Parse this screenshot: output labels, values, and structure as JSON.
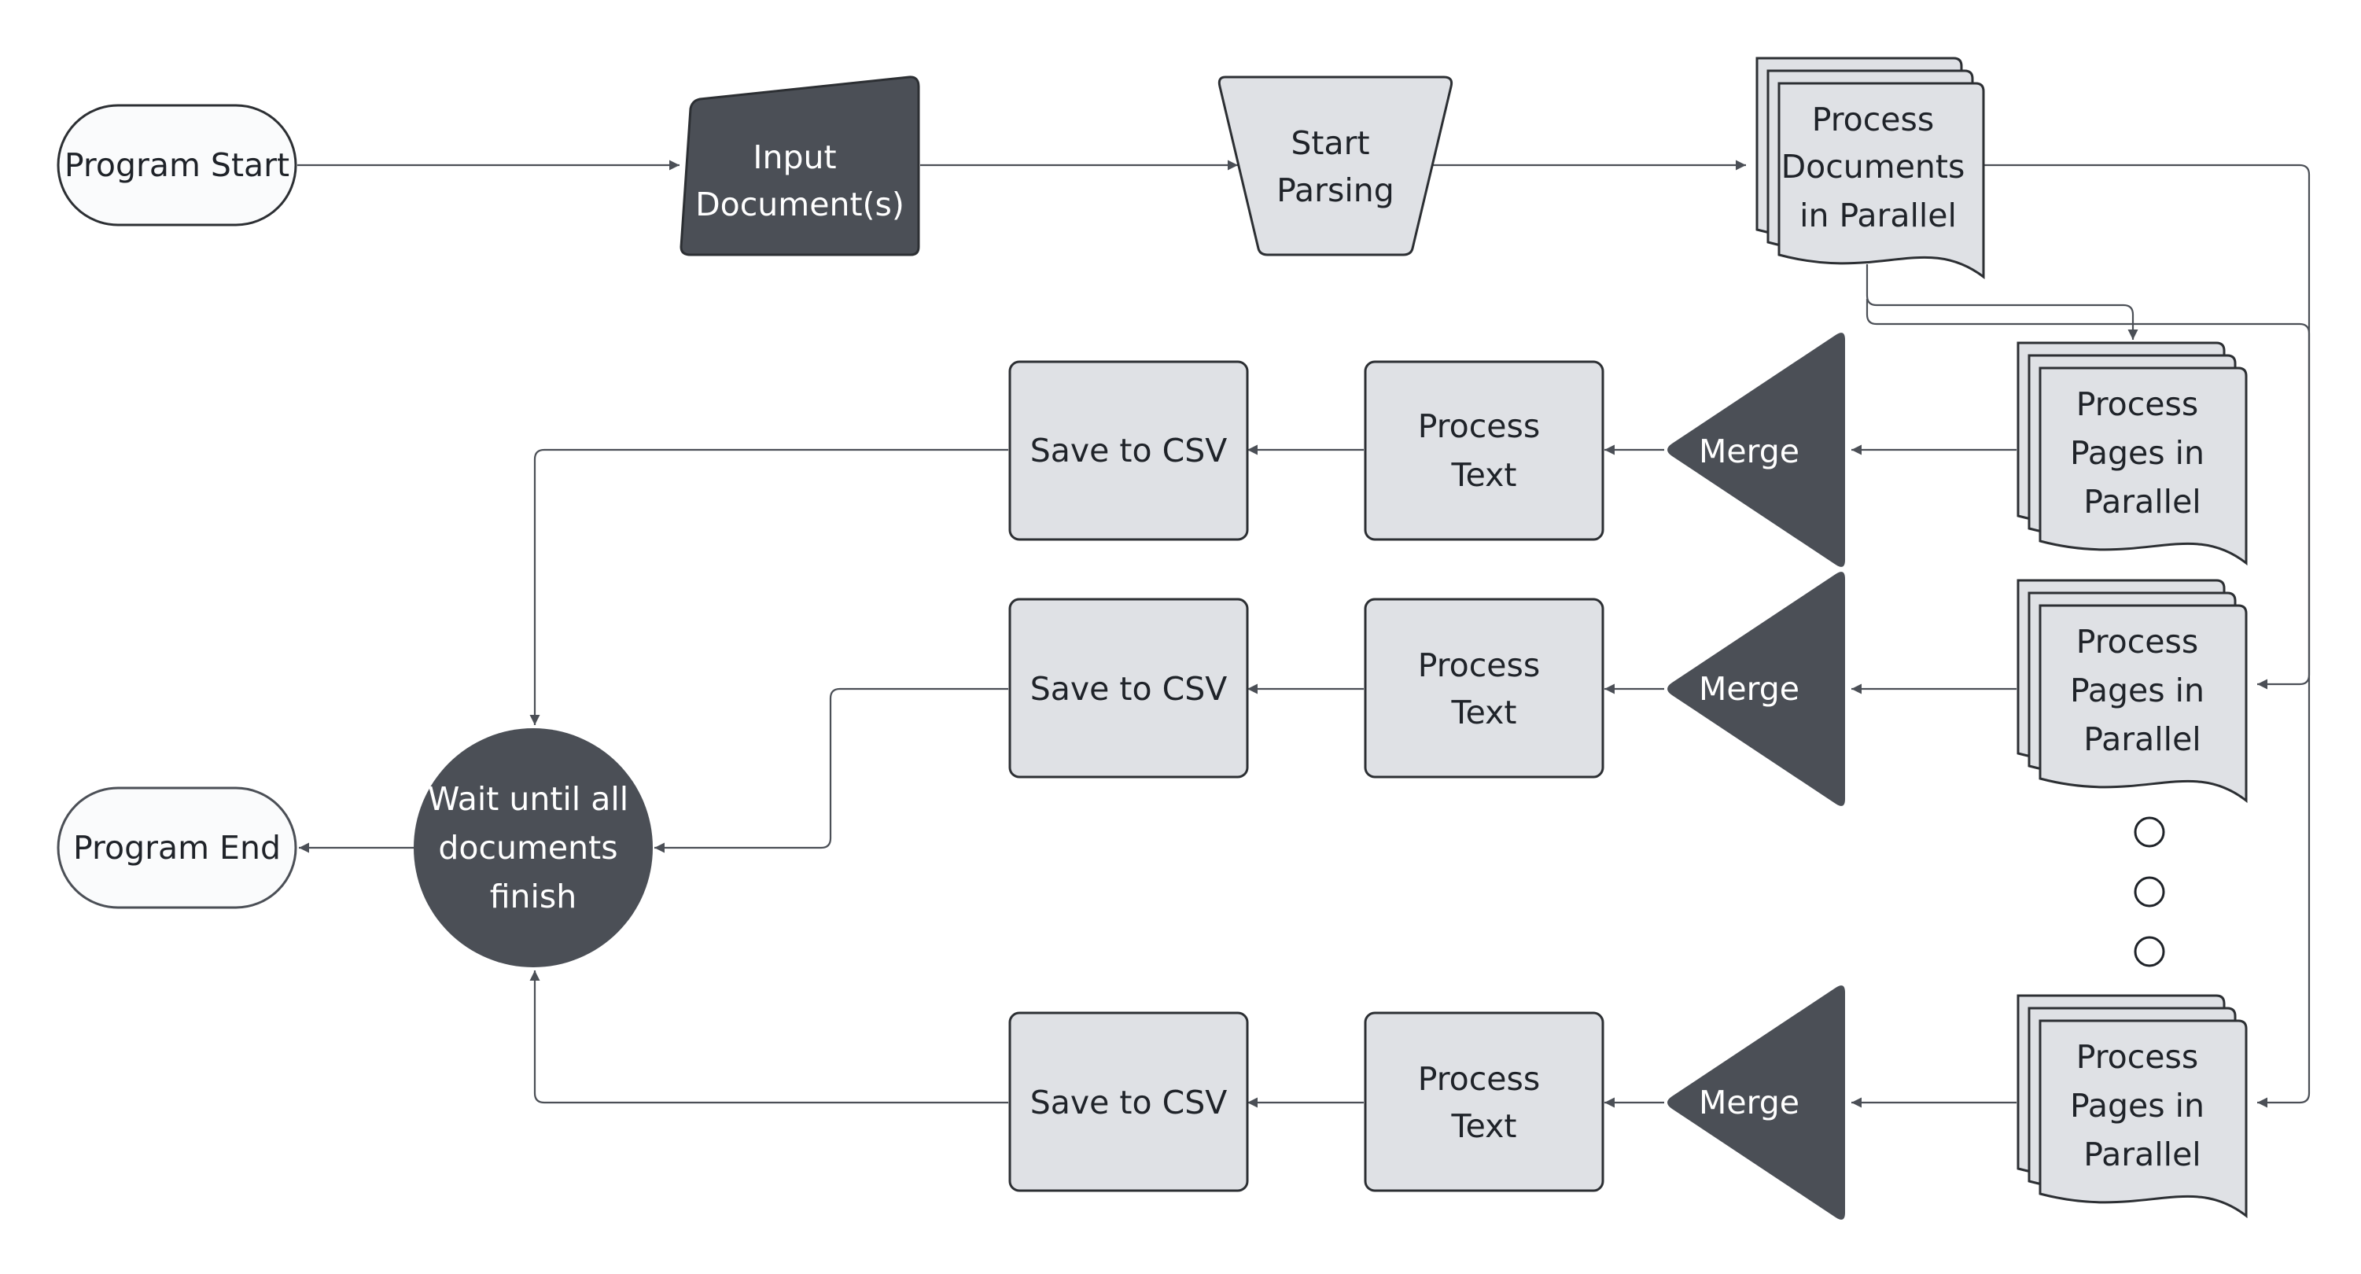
{
  "colors": {
    "dark": "#4b4f56",
    "light": "#dfe1e5",
    "terminal": "#fafbfc",
    "stroke": "#2c2f33",
    "edge": "#4b4f56",
    "background": "#ffffff"
  },
  "nodes": {
    "program_start": {
      "lines": [
        "Program Start"
      ]
    },
    "input_documents": {
      "lines": [
        "Input",
        "Document(s)"
      ]
    },
    "start_parsing": {
      "lines": [
        "Start",
        "Parsing"
      ]
    },
    "process_documents": {
      "lines": [
        "Process",
        "Documents",
        "in Parallel"
      ]
    },
    "rows": [
      {
        "pages": {
          "lines": [
            "Process",
            "Pages in",
            "Parallel"
          ]
        },
        "merge": {
          "lines": [
            "Merge"
          ]
        },
        "process_text": {
          "lines": [
            "Process",
            "Text"
          ]
        },
        "save": {
          "lines": [
            "Save to CSV"
          ]
        }
      },
      {
        "pages": {
          "lines": [
            "Process",
            "Pages in",
            "Parallel"
          ]
        },
        "merge": {
          "lines": [
            "Merge"
          ]
        },
        "process_text": {
          "lines": [
            "Process",
            "Text"
          ]
        },
        "save": {
          "lines": [
            "Save to CSV"
          ]
        }
      },
      {
        "pages": {
          "lines": [
            "Process",
            "Pages in",
            "Parallel"
          ]
        },
        "merge": {
          "lines": [
            "Merge"
          ]
        },
        "process_text": {
          "lines": [
            "Process",
            "Text"
          ]
        },
        "save": {
          "lines": [
            "Save to CSV"
          ]
        }
      }
    ],
    "wait": {
      "lines": [
        "Wait until all",
        "documents",
        "finish"
      ]
    },
    "program_end": {
      "lines": [
        "Program End"
      ]
    }
  }
}
